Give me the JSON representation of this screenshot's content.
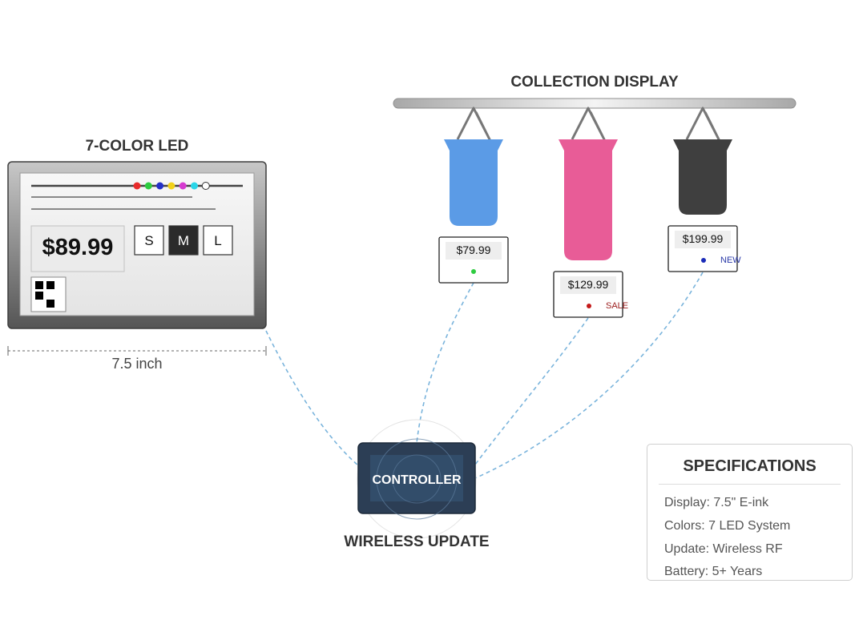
{
  "labels": {
    "led_title": "7-COLOR LED",
    "size_label": "7.5 inch",
    "collection_title": "COLLECTION DISPLAY",
    "controller_label": "CONTROLLER",
    "wireless_label": "WIRELESS UPDATE"
  },
  "led_display": {
    "price": "$89.99",
    "sizes": [
      "S",
      "M",
      "L"
    ],
    "selected_size": "M",
    "led_colors": [
      "#e82b2b",
      "#2ecc40",
      "#2431c8",
      "#f2d21b",
      "#d63bd0",
      "#2bd6e8",
      "#ffffff"
    ]
  },
  "products": [
    {
      "color": "#5b9be6",
      "price": "$79.99",
      "dot_color": "#2ecc40",
      "tag": ""
    },
    {
      "color": "#e85c97",
      "price": "$129.99",
      "dot_color": "#c41a1a",
      "tag": "SALE",
      "tag_color": "#9b1c1c"
    },
    {
      "color": "#3f3f3f",
      "price": "$199.99",
      "dot_color": "#1a2bb8",
      "tag": "NEW",
      "tag_color": "#2b3aa8"
    }
  ],
  "specifications": {
    "title": "SPECIFICATIONS",
    "items": [
      "Display: 7.5\" E-ink",
      "Colors: 7 LED System",
      "Update: Wireless RF",
      "Battery: 5+ Years"
    ]
  },
  "colors": {
    "connection_line": "#7ab4dc",
    "controller_bg": "#2c3e55",
    "frame": "#666666"
  }
}
